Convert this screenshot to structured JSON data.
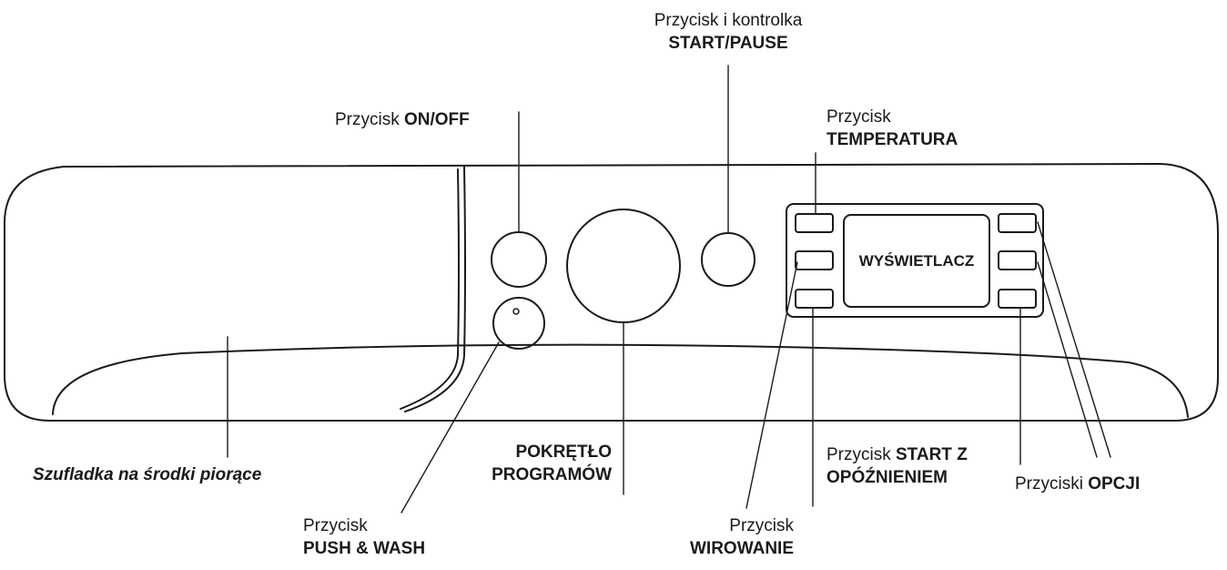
{
  "labels": {
    "start_pause": {
      "prefix": "Przycisk i kontrolka",
      "bold": "START/PAUSE"
    },
    "on_off": {
      "prefix": "Przycisk ",
      "bold": "ON/OFF"
    },
    "temperatura": {
      "prefix": "Przycisk",
      "bold": "TEMPERATURA"
    },
    "display": "WYŚWIETLACZ",
    "szufladka": "Szufladka na środki piorące",
    "pokretlo": {
      "line1": "POKRĘTŁO",
      "line2": "PROGRAMÓW"
    },
    "push_wash": {
      "prefix": "Przycisk",
      "bold": "PUSH & WASH"
    },
    "wirowanie": {
      "prefix": "Przycisk",
      "bold": "WIROWANIE"
    },
    "start_z_opoz": {
      "prefix": "Przycisk ",
      "bold1": "START Z",
      "bold2": "OPÓŹNIENIEM"
    },
    "opcji": {
      "prefix": "Przyciski ",
      "bold": "OPCJI"
    }
  },
  "colors": {
    "stroke": "#1a1a1a",
    "background": "#ffffff"
  }
}
